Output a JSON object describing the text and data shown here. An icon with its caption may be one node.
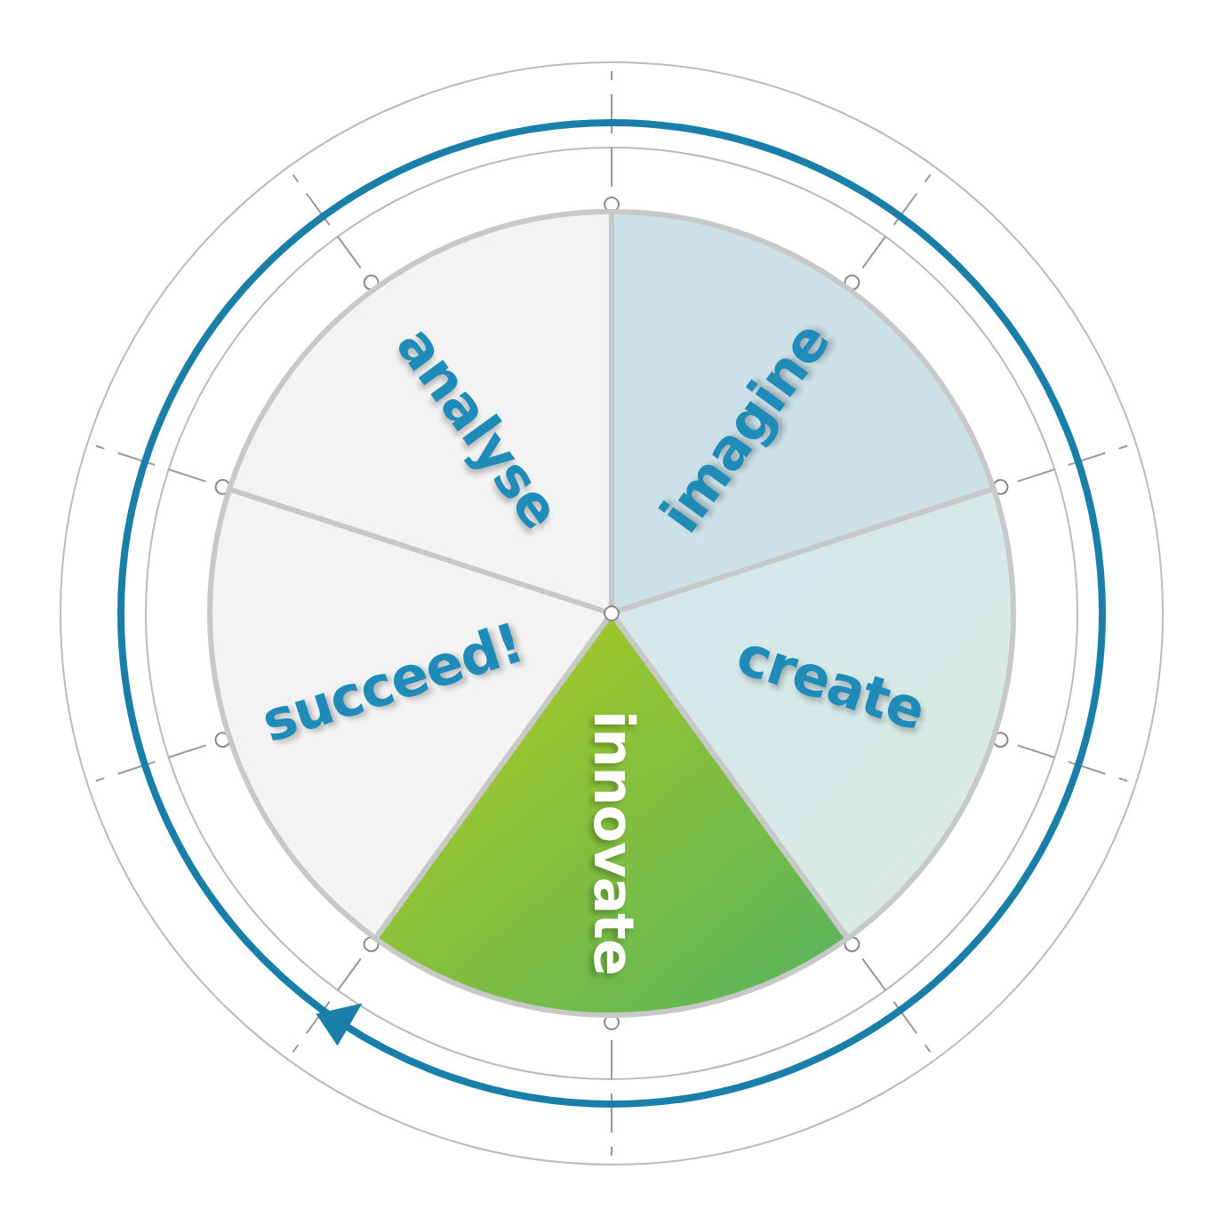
{
  "diagram": {
    "nodes": [
      {
        "text": [
          "imagine"
        ]
      },
      {
        "text": [
          "create"
        ]
      },
      {
        "text": [
          "innovate"
        ]
      },
      {
        "text": [
          "succeed!"
        ]
      },
      {
        "text": [
          "analyse"
        ]
      }
    ]
  }
}
